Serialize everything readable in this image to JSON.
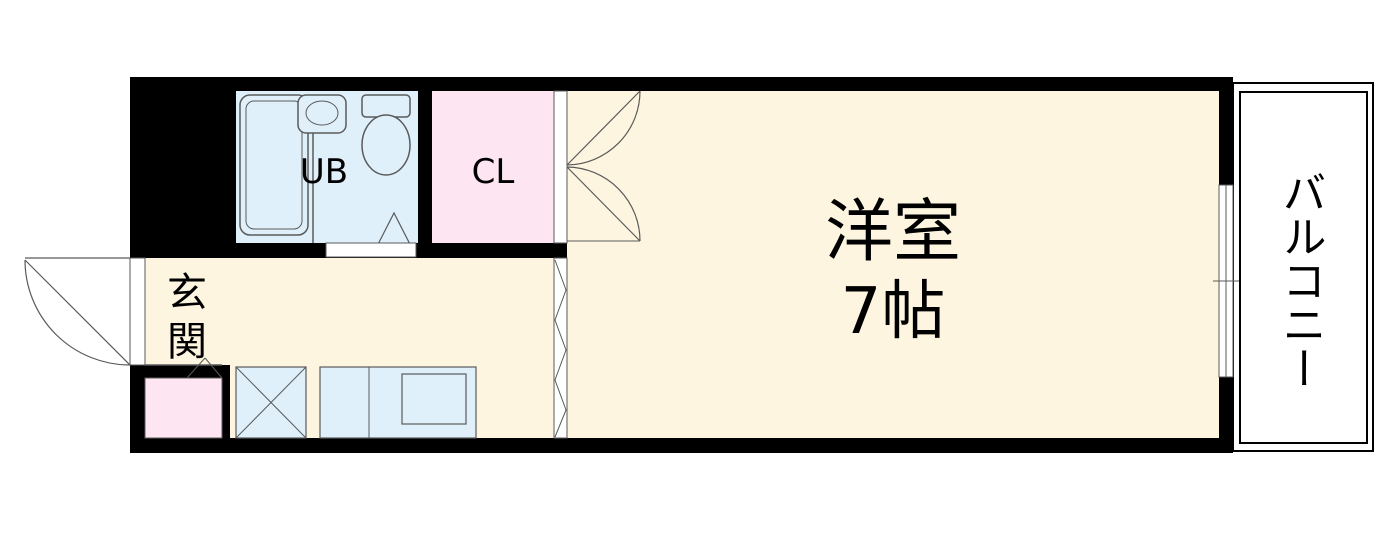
{
  "rooms": {
    "unit_bath": {
      "label": "UB"
    },
    "closet": {
      "label": "CL"
    },
    "western_room": {
      "label": "洋室",
      "size": "7帖"
    },
    "entrance": {
      "label_1": "玄",
      "label_2": "関"
    },
    "balcony": {
      "label": "バルコニー"
    }
  },
  "colors": {
    "wall": "#000000",
    "floor": "#fdf5e0",
    "wet_area": "#dff0fb",
    "closet": "#fde6f1",
    "fixture_stroke": "#5a5a5a"
  }
}
